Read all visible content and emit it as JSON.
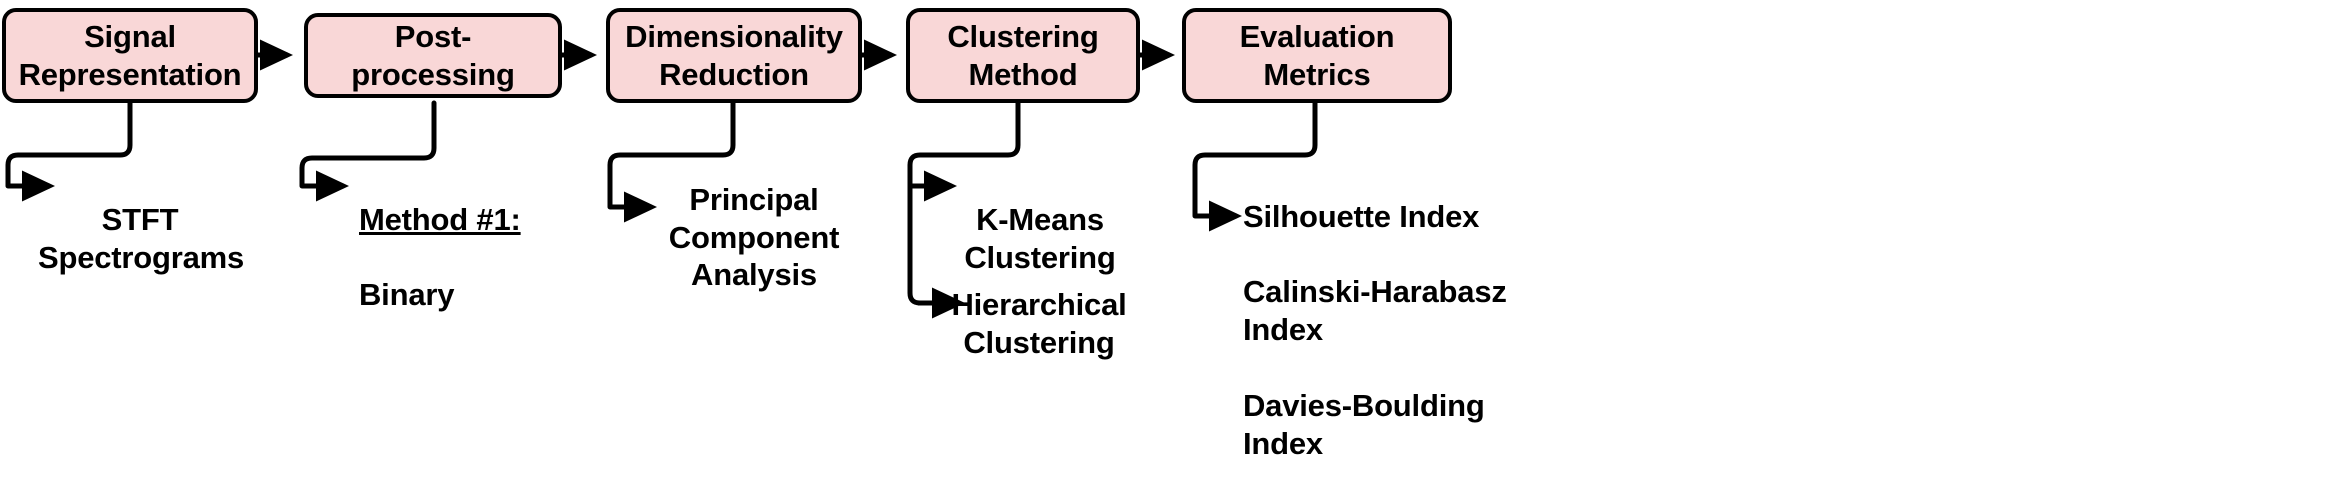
{
  "diagram": {
    "title": "Signal clustering pipeline",
    "orientation": "left-to-right",
    "colors": {
      "box_fill": "#f9d7d7",
      "box_stroke": "#000000",
      "connector": "#000000",
      "text": "#000000",
      "background": "#ffffff"
    },
    "stages": [
      {
        "id": "signal-representation",
        "label": "Signal\nRepresentation",
        "children": [
          {
            "id": "stft-spectrograms",
            "label": "STFT\nSpectrograms",
            "underlined_prefix": ""
          }
        ]
      },
      {
        "id": "post-processing",
        "label": "Post-processing",
        "children": [
          {
            "id": "method-1-binary",
            "label": "Binary",
            "underlined_prefix": "Method #1:"
          }
        ]
      },
      {
        "id": "dimensionality-reduction",
        "label": "Dimensionality\nReduction",
        "children": [
          {
            "id": "principal-component-analysis",
            "label": "Principal\nComponent\nAnalysis",
            "underlined_prefix": ""
          }
        ]
      },
      {
        "id": "clustering-method",
        "label": "Clustering\nMethod",
        "children": [
          {
            "id": "k-means-clustering",
            "label": "K-Means\nClustering",
            "underlined_prefix": ""
          },
          {
            "id": "hierarchical-clustering",
            "label": "Hierarchical\nClustering",
            "underlined_prefix": ""
          }
        ]
      },
      {
        "id": "evaluation-metrics",
        "label": "Evaluation\nMetrics",
        "children": [
          {
            "id": "silhouette-index",
            "label": "Silhouette Index",
            "underlined_prefix": ""
          },
          {
            "id": "calinski-harabasz-index",
            "label": "Calinski-Harabasz Index",
            "underlined_prefix": ""
          },
          {
            "id": "davies-boulding-index",
            "label": "Davies-Boulding Index",
            "underlined_prefix": ""
          }
        ]
      }
    ],
    "stage_labels": {
      "s0": "Signal\nRepresentation",
      "s1": "Post-processing",
      "s2": "Dimensionality\nReduction",
      "s3": "Clustering\nMethod",
      "s4": "Evaluation\nMetrics"
    },
    "annotation_labels": {
      "a0": "STFT\nSpectrograms",
      "a1_prefix": "Method #1:",
      "a1": "Binary",
      "a2": "Principal\nComponent\nAnalysis",
      "a3a": "K-Means\nClustering",
      "a3b": "Hierarchical\nClustering",
      "a4a": "Silhouette Index",
      "a4b": "Calinski-Harabasz Index",
      "a4c": "Davies-Boulding Index"
    }
  }
}
